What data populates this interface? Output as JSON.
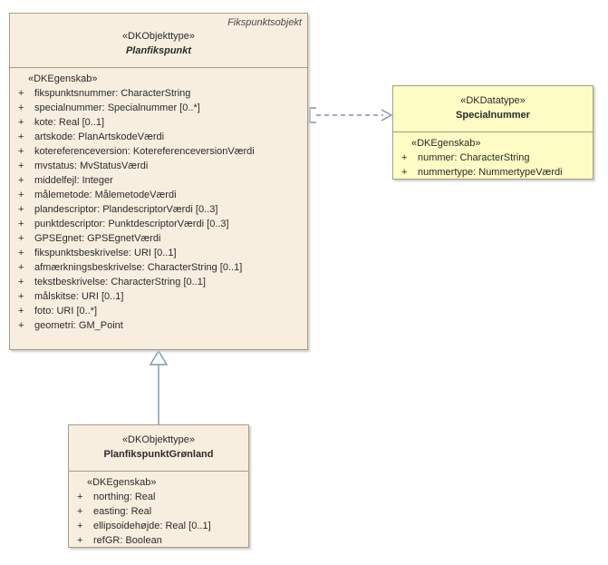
{
  "diagram": {
    "frame_label": "Fikspunktsobjekt"
  },
  "symbols": {
    "plus": "+"
  },
  "colors": {
    "class_fill": "#f8eee0",
    "datatype_fill": "#fcfcc4",
    "box_border": "#a59d7f",
    "connector": "#8193ad"
  },
  "classes": {
    "planfikspunkt": {
      "stereotype": "«DKObjekttype»",
      "name": "Planfikspunkt",
      "section_label": "«DKEgenskab»",
      "attributes": [
        "fikspunktsnummer: CharacterString",
        "specialnummer: Specialnummer [0..*]",
        "kote: Real [0..1]",
        "artskode: PlanArtskodeVærdi",
        "kotereferenceversion: KotereferenceversionVærdi",
        "mvstatus: MvStatusVærdi",
        "middelfejl: Integer",
        "målemetode: MålemetodeVærdi",
        "plandescriptor: PlandescriptorVærdi [0..3]",
        "punktdescriptor: PunktdescriptorVærdi [0..3]",
        "GPSEgnet: GPSEgnetVærdi",
        "fikspunktsbeskrivelse: URI [0..1]",
        "afmærkningsbeskrivelse: CharacterString [0..1]",
        "tekstbeskrivelse: CharacterString [0..1]",
        "målskitse: URI [0..1]",
        "foto: URI [0..*]",
        "geometri: GM_Point"
      ]
    },
    "specialnummer": {
      "stereotype": "«DKDatatype»",
      "name": "Specialnummer",
      "section_label": "«DKEgenskab»",
      "attributes": [
        "nummer: CharacterString",
        "nummertype: NummertypeVærdi"
      ]
    },
    "groenland": {
      "stereotype": "«DKObjekttype»",
      "name": "PlanfikspunktGrønland",
      "section_label": "«DKEgenskab»",
      "attributes": [
        "northing: Real",
        "easting: Real",
        "ellipsoidehøjde: Real [0..1]",
        "refGR: Boolean"
      ]
    }
  }
}
